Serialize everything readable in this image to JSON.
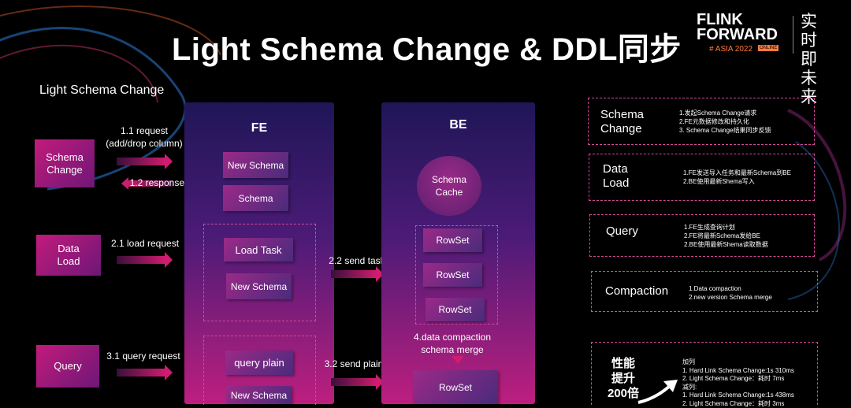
{
  "title": "Light Schema Change & DDL同步",
  "logo": {
    "line1": "FLINK",
    "line2": "FORWARD",
    "sub": "# ASIA 2022",
    "badge": "ONLINE",
    "cn": "实时即未来"
  },
  "section_title": "Light Schema Change",
  "left": {
    "schema_change": "Schema\nChange",
    "data_load": "Data\nLoad",
    "query": "Query"
  },
  "arrows": {
    "req_1_1": "1.1 request\n(add/drop column)",
    "resp_1_2": "1.2 response",
    "load_2_1": "2.1 load request",
    "query_3_1": "3.1 query request",
    "send_task_2_2": "2.2 send task",
    "send_plain_3_2": "3.2 send plain",
    "compaction_4": "4.data compaction\nschema merge"
  },
  "fe": {
    "title": "FE",
    "new_schema": "New Schema",
    "schema": "Schema",
    "load_task": "Load Task",
    "load_new_schema": "New Schema",
    "query_plain": "query plain",
    "query_new_schema": "New Schema"
  },
  "be": {
    "title": "BE",
    "schema_cache": "Schema\nCache",
    "rowset1": "RowSet",
    "rowset2": "RowSet",
    "rowset3": "RowSet",
    "rowset_merged": "RowSet"
  },
  "right": {
    "sc_title": "Schema\nChange",
    "sc_desc": "1.发起Schema Change请求\n2.FE元数据修改和持久化\n3. Schema Change结果同步反馈",
    "dl_title": "Data\nLoad",
    "dl_desc": "1.FE发送导入任务和最新Schema到BE\n2.BE使用最新Shema写入",
    "q_title": "Query",
    "q_desc": "1.FE生成查询计划\n2.FE将最新Schema发给BE\n2.BE使用最新Shema读取数据",
    "c_title": "Compaction",
    "c_desc": "1.Data compaction\n2.new version Schema  merge",
    "perf_title": "性能\n提升\n200倍",
    "perf_desc": "加列\n1. Hard Link Schema Change:1s 310ms\n2. Light Schema Change：耗时 7ms\n减列:\n1. Hard Link Schema Change:1s 438ms\n2. Light Schema Change：耗时 3ms"
  },
  "colors": {
    "accent": "#d01c6f",
    "box": "#c21b7a",
    "dashed": "#d24a99"
  }
}
